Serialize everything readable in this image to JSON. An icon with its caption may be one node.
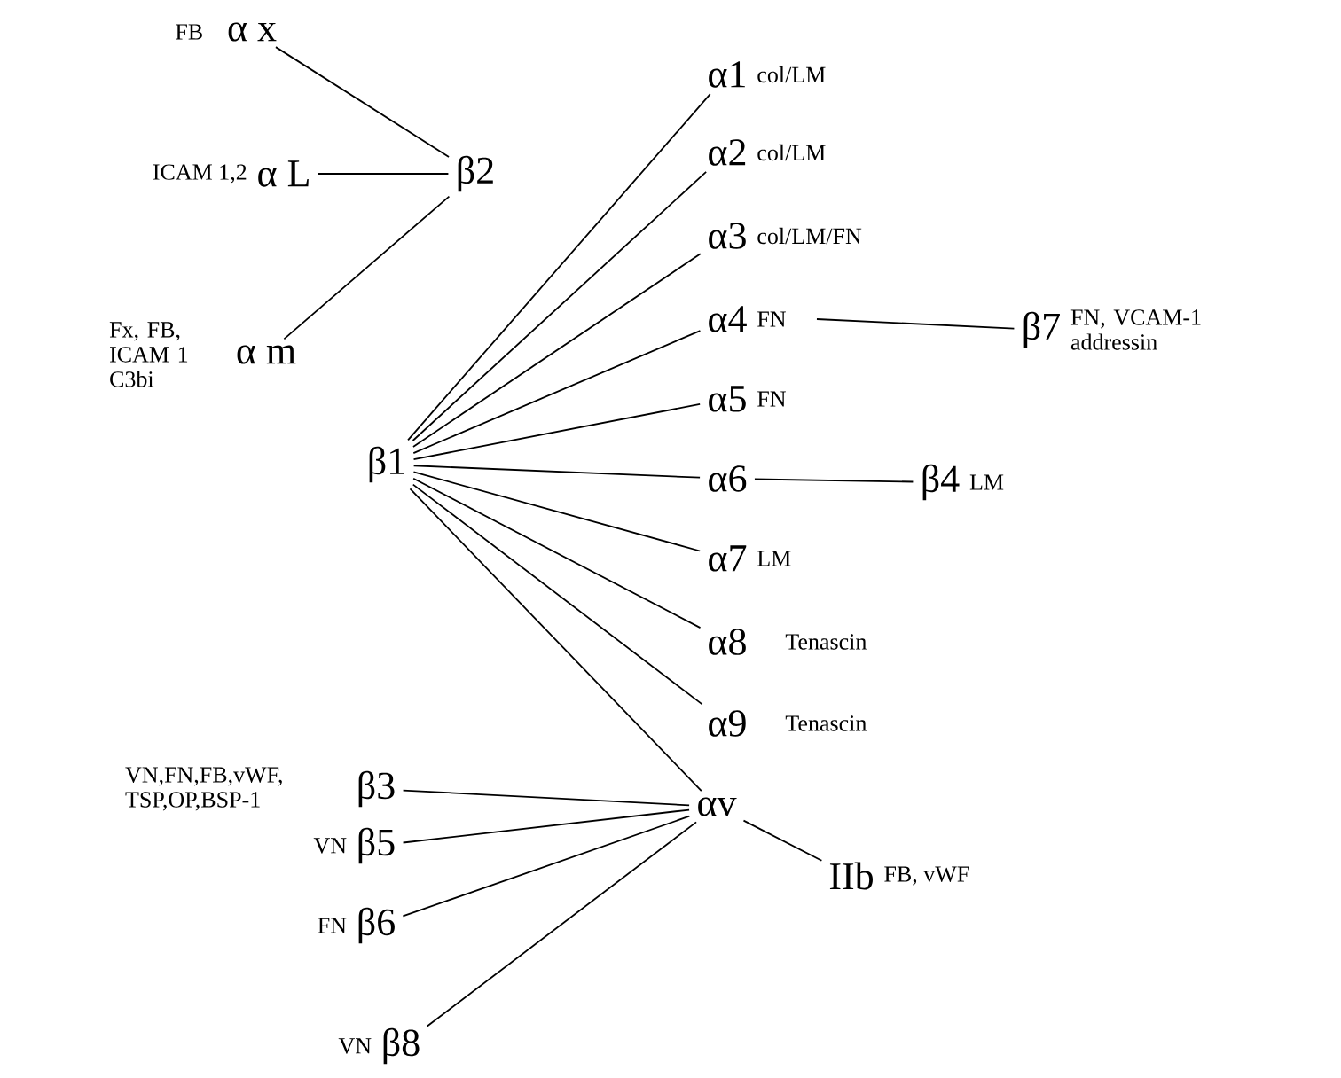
{
  "diagram": {
    "nodes": [
      {
        "text": [
          "α x"
        ],
        "beside": [
          "FB"
        ]
      },
      {
        "text": [
          "α L"
        ],
        "beside": [
          "ICAM 1,2"
        ]
      },
      {
        "text": [
          "β2"
        ]
      },
      {
        "text": [
          "α m"
        ],
        "beside": [
          "Fx, FB, ICAM 1 C3bi"
        ]
      },
      {
        "text": [
          "α1"
        ],
        "beside": [
          "col/LM"
        ]
      },
      {
        "text": [
          "α2"
        ],
        "beside": [
          "col/LM"
        ]
      },
      {
        "text": [
          "α3"
        ],
        "beside": [
          "col/LM/FN"
        ]
      },
      {
        "text": [
          "α4"
        ],
        "beside": [
          "FN"
        ]
      },
      {
        "text": [
          "β7"
        ],
        "beside": [
          "FN, VCAM-1 addressin"
        ]
      },
      {
        "text": [
          "α5"
        ],
        "beside": [
          "FN"
        ]
      },
      {
        "text": [
          "β1"
        ]
      },
      {
        "text": [
          "α6"
        ]
      },
      {
        "text": [
          "β4"
        ],
        "beside": [
          "LM"
        ]
      },
      {
        "text": [
          "α7"
        ],
        "beside": [
          "LM"
        ]
      },
      {
        "text": [
          "α8"
        ],
        "beside": [
          "Tenascin"
        ]
      },
      {
        "text": [
          "α9"
        ],
        "beside": [
          "Tenascin"
        ]
      },
      {
        "text": [
          "β3"
        ],
        "beside": [
          "VN,FN,FB,vWF, TSP,OP,BSP-1"
        ]
      },
      {
        "text": [
          "αv"
        ]
      },
      {
        "text": [
          "β5"
        ],
        "beside": [
          "VN"
        ]
      },
      {
        "text": [
          "β6"
        ],
        "beside": [
          "FN"
        ]
      },
      {
        "text": [
          "IIb"
        ],
        "beside": [
          "FB, vWF"
        ]
      },
      {
        "text": [
          "β8"
        ],
        "beside": [
          "VN"
        ]
      }
    ],
    "edges": [
      {
        "from": 0,
        "to": 2,
        "arrow": "none"
      },
      {
        "from": 1,
        "to": 2,
        "arrow": "none"
      },
      {
        "from": 3,
        "to": 2,
        "arrow": "none"
      },
      {
        "from": 10,
        "to": 4,
        "arrow": "none"
      },
      {
        "from": 10,
        "to": 5,
        "arrow": "none"
      },
      {
        "from": 10,
        "to": 6,
        "arrow": "none"
      },
      {
        "from": 10,
        "to": 7,
        "arrow": "none"
      },
      {
        "from": 7,
        "to": 8,
        "arrow": "none"
      },
      {
        "from": 10,
        "to": 9,
        "arrow": "none"
      },
      {
        "from": 10,
        "to": 11,
        "arrow": "none"
      },
      {
        "from": 11,
        "to": 12,
        "arrow": "none"
      },
      {
        "from": 10,
        "to": 13,
        "arrow": "none"
      },
      {
        "from": 10,
        "to": 14,
        "arrow": "none"
      },
      {
        "from": 10,
        "to": 15,
        "arrow": "none"
      },
      {
        "from": 10,
        "to": 17,
        "arrow": "none"
      },
      {
        "from": 16,
        "to": 17,
        "arrow": "none"
      },
      {
        "from": 18,
        "to": 17,
        "arrow": "none"
      },
      {
        "from": 19,
        "to": 17,
        "arrow": "none"
      },
      {
        "from": 21,
        "to": 17,
        "arrow": "none"
      },
      {
        "from": 17,
        "to": 20,
        "arrow": "none"
      }
    ]
  }
}
